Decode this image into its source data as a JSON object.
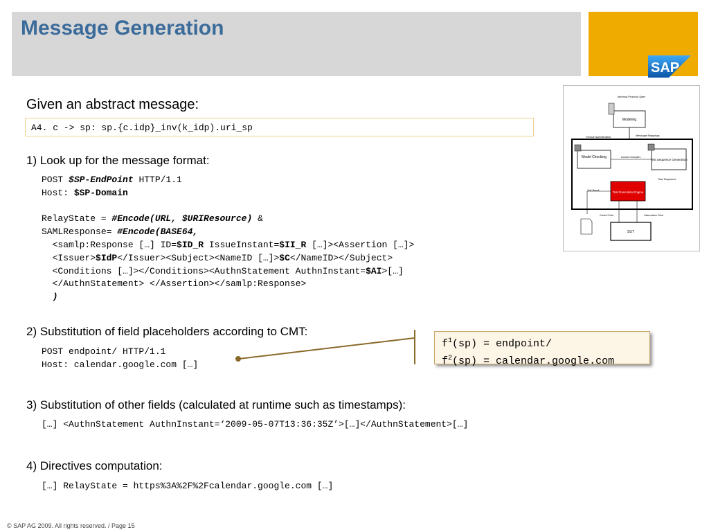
{
  "slide": {
    "title": "Message Generation",
    "footer": "© SAP AG 2009. All rights reserved. / Page 15",
    "logo_text": "SAP"
  },
  "given": {
    "heading": "Given an abstract message:",
    "abstract_message": "A4. c -> sp: sp.{c.idp}_inv(k_idp).uri_sp"
  },
  "step1": {
    "heading": "1) Look up for the message format:",
    "lines": [
      [
        {
          "t": "POST "
        },
        {
          "t": "$SP-EndPoint",
          "s": "bi"
        },
        {
          "t": " HTTP/1.1"
        }
      ],
      [
        {
          "t": "Host"
        },
        {
          "t": ": "
        },
        {
          "t": "$SP-Domain",
          "s": "bf"
        }
      ],
      [
        {
          "t": ""
        }
      ],
      [
        {
          "t": "RelayState = "
        },
        {
          "t": "#Encode(URL, $URIResource)",
          "s": "bi"
        },
        {
          "t": " &"
        }
      ],
      [
        {
          "t": "SAMLResponse= "
        },
        {
          "t": "#Encode(BASE64,",
          "s": "bi"
        }
      ],
      [
        {
          "t": "  <samlp:Response […] ID="
        },
        {
          "t": "$ID_R",
          "s": "bf"
        },
        {
          "t": " IssueInstant="
        },
        {
          "t": "$II_R",
          "s": "bf"
        },
        {
          "t": " […]><Assertion […]>"
        }
      ],
      [
        {
          "t": "  <Issuer>"
        },
        {
          "t": "$IdP",
          "s": "bf"
        },
        {
          "t": "</Issuer><Subject><NameID […]>"
        },
        {
          "t": "$C",
          "s": "bf"
        },
        {
          "t": "</NameID></Subject>"
        }
      ],
      [
        {
          "t": "  <Conditions […]></Conditions><AuthnStatement AuthnInstant="
        },
        {
          "t": "$AI",
          "s": "bf"
        },
        {
          "t": ">[…]"
        }
      ],
      [
        {
          "t": "  </AuthnStatement> </Assertion></samlp:Response>"
        }
      ],
      [
        {
          "t": "  )",
          "s": "bi"
        }
      ]
    ]
  },
  "step2": {
    "heading": "2) Substitution of field placeholders according to CMT:",
    "lines": [
      "POST endpoint/ HTTP/1.1",
      "Host: calendar.google.com […]"
    ],
    "cmt": [
      {
        "f": "f",
        "sup": "1",
        "rest": "(sp) = endpoint/"
      },
      {
        "f": "f",
        "sup": "2",
        "rest": "(sp) = calendar.google.com"
      }
    ]
  },
  "step3": {
    "heading": "3) Substitution of other fields (calculated at runtime such as timestamps):",
    "line": "[…] <AuthnStatement AuthnInstant=‘2009-05-07T13:36:35Z’>[…]</AuthnStatement>[…]"
  },
  "step4": {
    "heading": "4) Directives computation:",
    "line": "[…] RelayState = https%3A%2F%2Fcalendar.google.com […]"
  },
  "diagram": {
    "top_label": "Informal Protocol Spec",
    "modeling": "Modeling",
    "formal_spec": "Formal Specification",
    "message_mappings": "Message Mappings",
    "model_checking": "Model Checking",
    "counter_examples": "Counter-examples",
    "test_seq_gen": "Test Sequence Generation",
    "test_sequence": "Test Sequence",
    "test_engine": "Test Execution Engine",
    "test_result": "Test Result",
    "control_point": "Control Point",
    "observation_point": "Observation Point",
    "sut": "SUT"
  },
  "colors": {
    "title": "#3a6b9a",
    "header_band": "#d7d7d7",
    "gold": "#f0ab00",
    "cmt_bg": "#fdf5e6",
    "engine": "#e00000"
  }
}
